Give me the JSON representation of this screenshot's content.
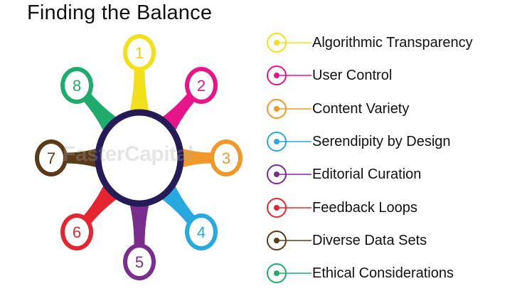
{
  "title": "Finding the Balance",
  "watermark": "FasterCapital",
  "hub": {
    "color": "#241b57"
  },
  "items": [
    {
      "number": "1",
      "label": "Algorithmic Transparency",
      "color": "#f2e11a"
    },
    {
      "number": "2",
      "label": "User Control",
      "color": "#e6158a"
    },
    {
      "number": "3",
      "label": "Content Variety",
      "color": "#f0982a"
    },
    {
      "number": "4",
      "label": "Serendipity by Design",
      "color": "#27a9df"
    },
    {
      "number": "5",
      "label": "Editorial Curation",
      "color": "#7b2d8e"
    },
    {
      "number": "6",
      "label": "Feedback Loops",
      "color": "#e3262f"
    },
    {
      "number": "7",
      "label": "Diverse Data Sets",
      "color": "#5b3a1a"
    },
    {
      "number": "8",
      "label": "Ethical Considerations",
      "color": "#1fab6c"
    }
  ]
}
